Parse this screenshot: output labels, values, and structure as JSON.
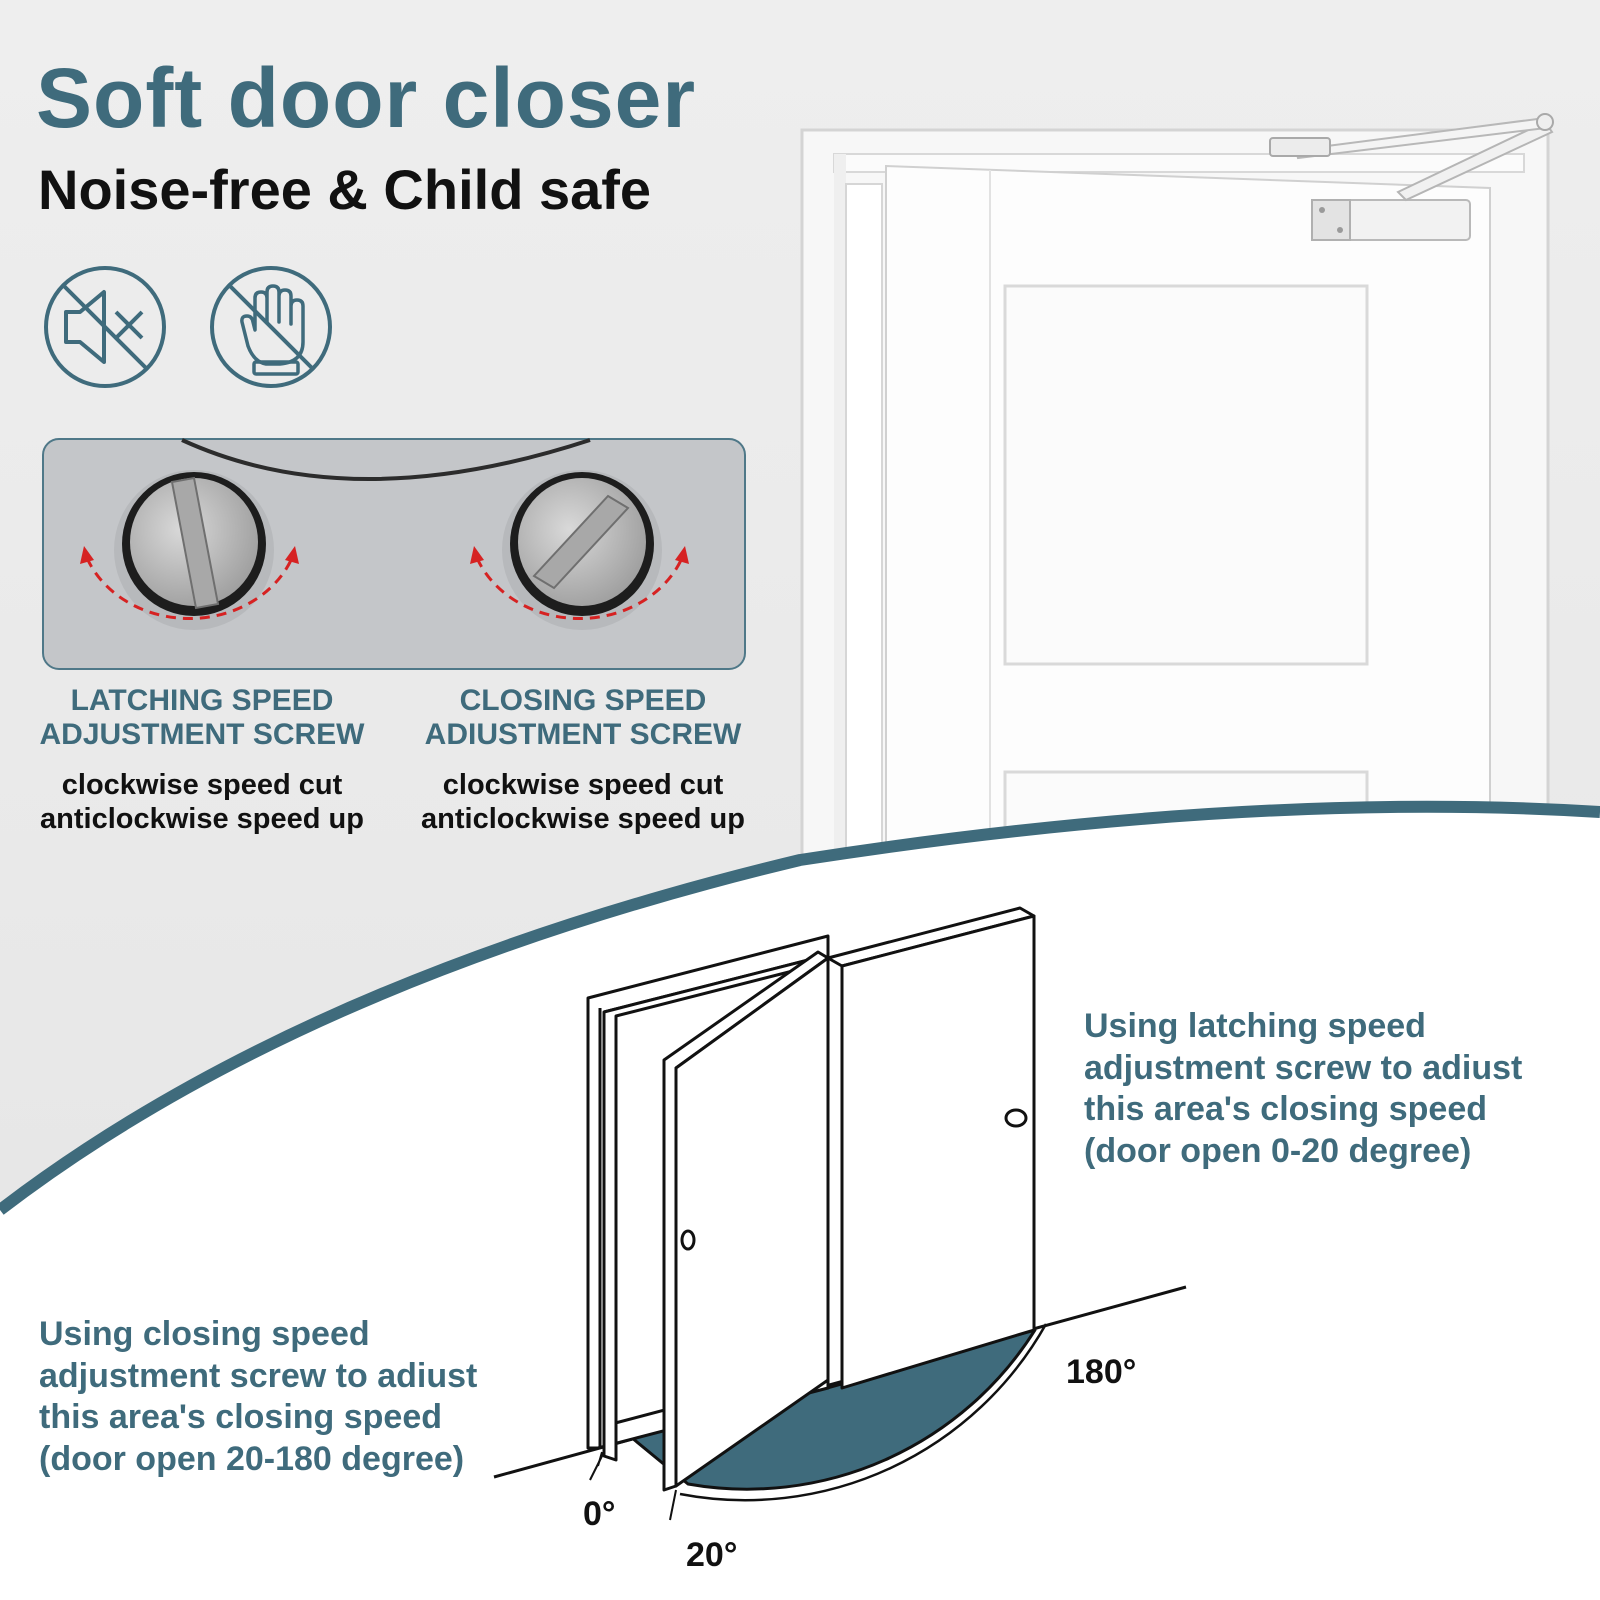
{
  "header": {
    "title": "Soft door closer",
    "subtitle": "Noise-free & Child safe"
  },
  "icons": [
    "mute-icon",
    "no-hand-icon"
  ],
  "colors": {
    "accent": "#3f6b7c",
    "text": "#111111",
    "panel": "#c4c6c9",
    "arrow": "#d62222",
    "background": "#eeeeee"
  },
  "screws": {
    "latching": {
      "title_line1": "LATCHING SPEED",
      "title_line2": "ADJUSTMENT SCREW",
      "desc_line1": "clockwise speed cut",
      "desc_line2": "anticlockwise speed up"
    },
    "closing": {
      "title_line1": "CLOSING SPEED",
      "title_line2": "ADIUSTMENT SCREW",
      "desc_line1": "clockwise speed cut",
      "desc_line2": "anticlockwise speed up"
    }
  },
  "diagram": {
    "latching_note": "Using latching speed\nadjustment screw to adiust\nthis area's closing speed\n(door open 0-20 degree)",
    "closing_note": "Using closing speed\nadjustment screw to adiust\nthis area's closing speed\n(door open 20-180 degree)",
    "angles": {
      "a180": "180°",
      "a0": "0°",
      "a20": "20°"
    }
  }
}
